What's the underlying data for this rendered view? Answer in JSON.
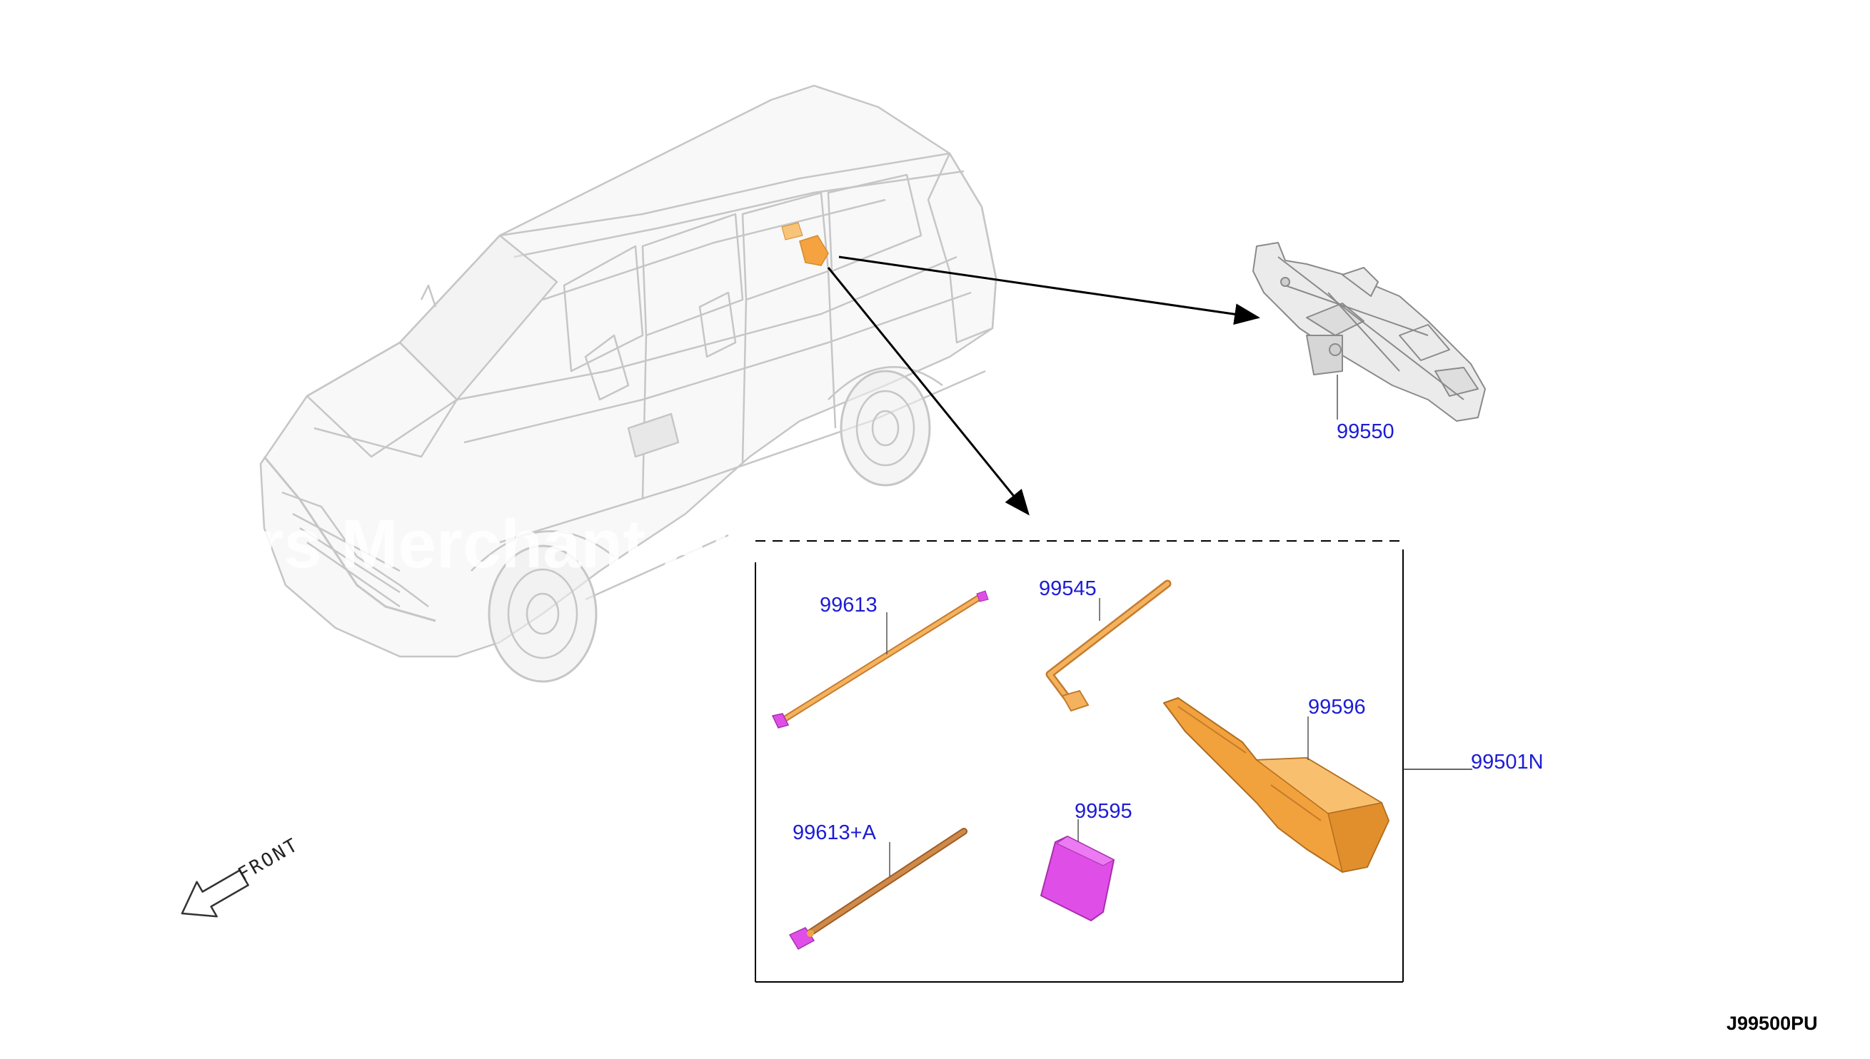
{
  "diagram": {
    "callouts": {
      "jack": "99550",
      "tool_kit": "99501N",
      "wheel_wrench_extension": "99613",
      "jack_handle": "99545",
      "tool_bag": "99596",
      "wrench_extension_a": "99613+A",
      "pad": "99595"
    },
    "front_label": "FRONT",
    "illustration_code": "J99500PU",
    "watermark": "rs Merchant Au"
  },
  "colors": {
    "callout_text": "#1c1cd6",
    "part_orange": "#f0a640",
    "part_magenta": "#e04ee8",
    "part_brown": "#c78244",
    "vehicle_lines": "#c8c8c8",
    "leader_lines": "#000000"
  },
  "icons": [
    "front-arrow-icon"
  ]
}
